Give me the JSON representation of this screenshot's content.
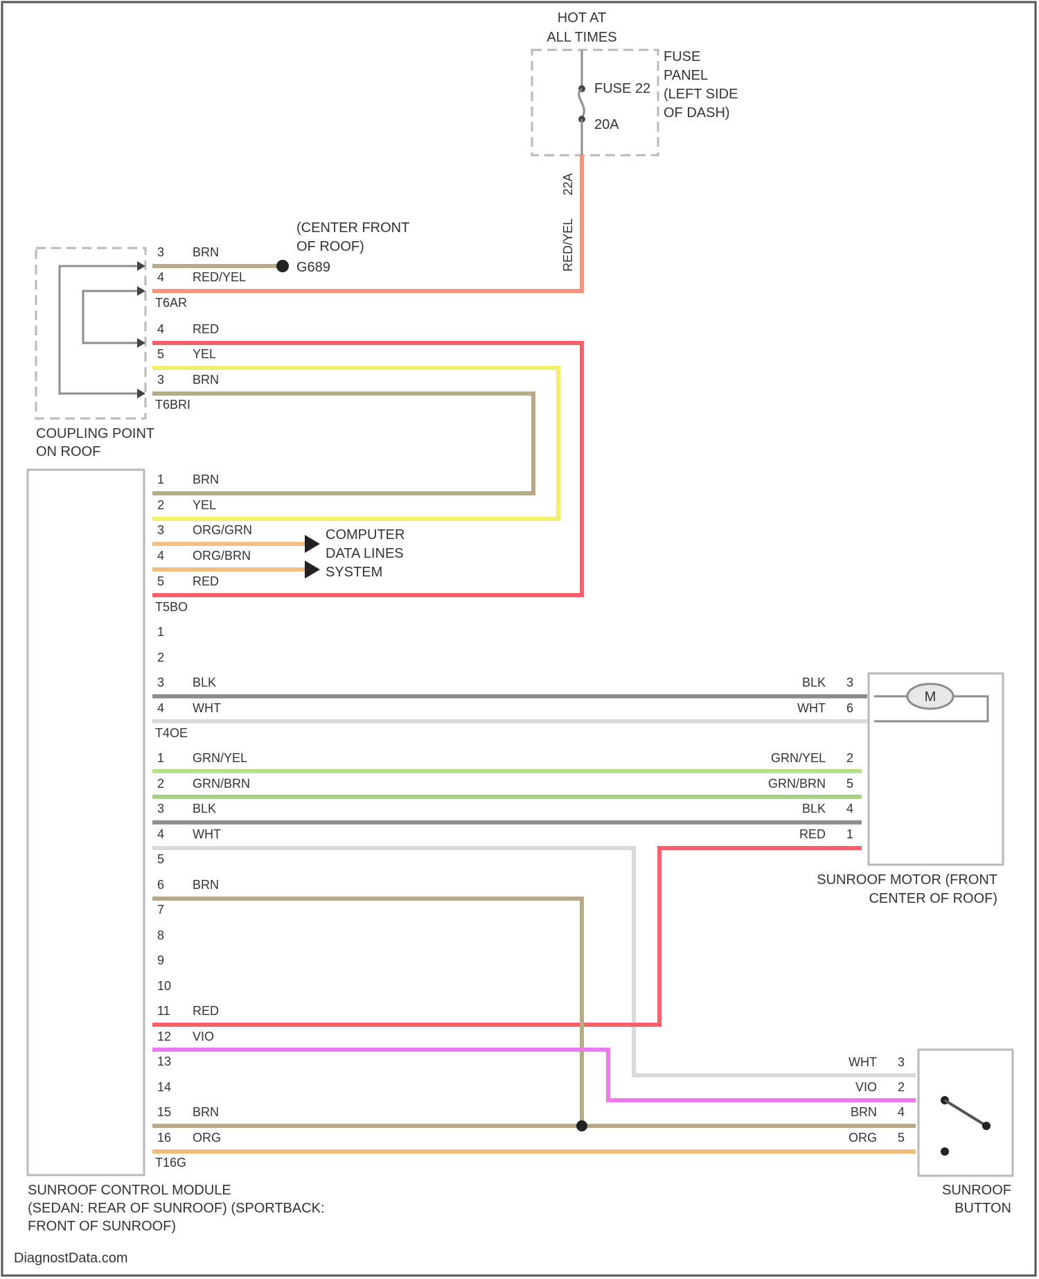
{
  "colors": {
    "RED": "#ff5e6a",
    "RED_YEL": "#f6957a",
    "YEL": "#f2f06a",
    "BRN": "#b8aa86",
    "ORG_BRN": "#eec183",
    "BLK": "#8d8d8d",
    "WHT": "#dadada",
    "GRN_YEL": "#b6e38a",
    "GRN_BRN": "#a6cf86",
    "VIO": "#ee78ee",
    "ORG": "#f7b978",
    "outline": "#b9b9b9",
    "text": "#333333"
  },
  "fuse": {
    "hot_line1": "HOT AT",
    "hot_line2": "ALL TIMES",
    "fuse_name": "FUSE 22",
    "rating": "20A",
    "panel_line1": "FUSE",
    "panel_line2": "PANEL",
    "panel_line3": "(LEFT SIDE",
    "panel_line4": "OF DASH)",
    "wire_label": "RED/YEL",
    "wire_pin": "22A"
  },
  "ground": {
    "loc_line1": "(CENTER FRONT",
    "loc_line2": "OF ROOF)",
    "name": "G689"
  },
  "coupling": {
    "line1": "COUPLING POINT",
    "line2": "ON ROOF",
    "conn_a": "T6AR",
    "conn_b": "T6BRI",
    "pins_a": [
      {
        "pin": "3",
        "wire": "BRN"
      },
      {
        "pin": "4",
        "wire": "RED/YEL"
      }
    ],
    "pins_b": [
      {
        "pin": "4",
        "wire": "RED"
      },
      {
        "pin": "5",
        "wire": "YEL"
      },
      {
        "pin": "3",
        "wire": "BRN"
      }
    ]
  },
  "module": {
    "line1": "SUNROOF CONTROL MODULE",
    "line2": "(SEDAN: REAR OF SUNROOF) (SPORTBACK:",
    "line3": "FRONT OF SUNROOF)",
    "conn1": "T5BO",
    "conn1_pins": [
      {
        "pin": "1",
        "wire": "BRN"
      },
      {
        "pin": "2",
        "wire": "YEL"
      },
      {
        "pin": "3",
        "wire": "ORG/GRN"
      },
      {
        "pin": "4",
        "wire": "ORG/BRN"
      },
      {
        "pin": "5",
        "wire": "RED"
      }
    ],
    "conn2": "T4OE",
    "conn2_pins": [
      {
        "pin": "1",
        "wire": ""
      },
      {
        "pin": "2",
        "wire": ""
      },
      {
        "pin": "3",
        "wire": "BLK"
      },
      {
        "pin": "4",
        "wire": "WHT"
      }
    ],
    "conn3": "T16G",
    "conn3_pins": [
      {
        "pin": "1",
        "wire": "GRN/YEL"
      },
      {
        "pin": "2",
        "wire": "GRN/BRN"
      },
      {
        "pin": "3",
        "wire": "BLK"
      },
      {
        "pin": "4",
        "wire": "WHT"
      },
      {
        "pin": "5",
        "wire": ""
      },
      {
        "pin": "6",
        "wire": "BRN"
      },
      {
        "pin": "7",
        "wire": ""
      },
      {
        "pin": "8",
        "wire": ""
      },
      {
        "pin": "9",
        "wire": ""
      },
      {
        "pin": "10",
        "wire": ""
      },
      {
        "pin": "11",
        "wire": "RED"
      },
      {
        "pin": "12",
        "wire": "VIO"
      },
      {
        "pin": "13",
        "wire": ""
      },
      {
        "pin": "14",
        "wire": ""
      },
      {
        "pin": "15",
        "wire": "BRN"
      },
      {
        "pin": "16",
        "wire": "ORG"
      }
    ]
  },
  "data_lines": {
    "line1": "COMPUTER",
    "line2": "DATA LINES",
    "line3": "SYSTEM"
  },
  "motor": {
    "line1": "SUNROOF MOTOR (FRONT",
    "line2": "CENTER OF ROOF)",
    "symbol": "M",
    "pins": [
      {
        "pin": "3",
        "wire": "BLK"
      },
      {
        "pin": "6",
        "wire": "WHT"
      },
      {
        "pin": "2",
        "wire": "GRN/YEL"
      },
      {
        "pin": "5",
        "wire": "GRN/BRN"
      },
      {
        "pin": "4",
        "wire": "BLK"
      },
      {
        "pin": "1",
        "wire": "RED"
      }
    ]
  },
  "button": {
    "line1": "SUNROOF",
    "line2": "BUTTON",
    "pins": [
      {
        "pin": "3",
        "wire": "WHT"
      },
      {
        "pin": "2",
        "wire": "VIO"
      },
      {
        "pin": "4",
        "wire": "BRN"
      },
      {
        "pin": "5",
        "wire": "ORG"
      }
    ]
  },
  "footer": {
    "watermark": "DiagnostData.com"
  }
}
